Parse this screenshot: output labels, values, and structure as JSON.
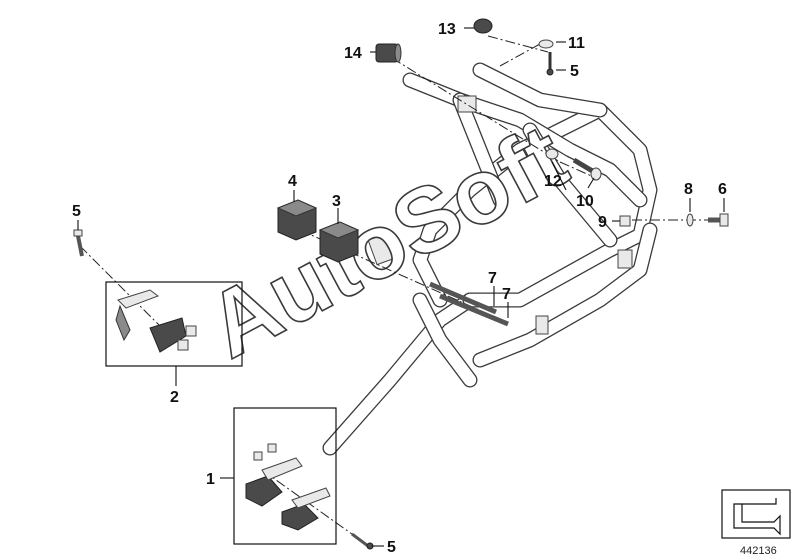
{
  "watermark": "AutoSoft",
  "document_number": "442136",
  "callouts": {
    "c1": "1",
    "c2": "2",
    "c3": "3",
    "c4": "4",
    "c5a": "5",
    "c5b": "5",
    "c5c": "5",
    "c6": "6",
    "c7a": "7",
    "c7b": "7",
    "c8": "8",
    "c9": "9",
    "c10": "10",
    "c11": "11",
    "c12": "12",
    "c13": "13",
    "c14": "14"
  },
  "icons": {
    "corner": "arrow-navigation-icon"
  },
  "colors": {
    "line": "#3a3a3a",
    "part_dark": "#4a4a4a",
    "background": "#ffffff"
  }
}
